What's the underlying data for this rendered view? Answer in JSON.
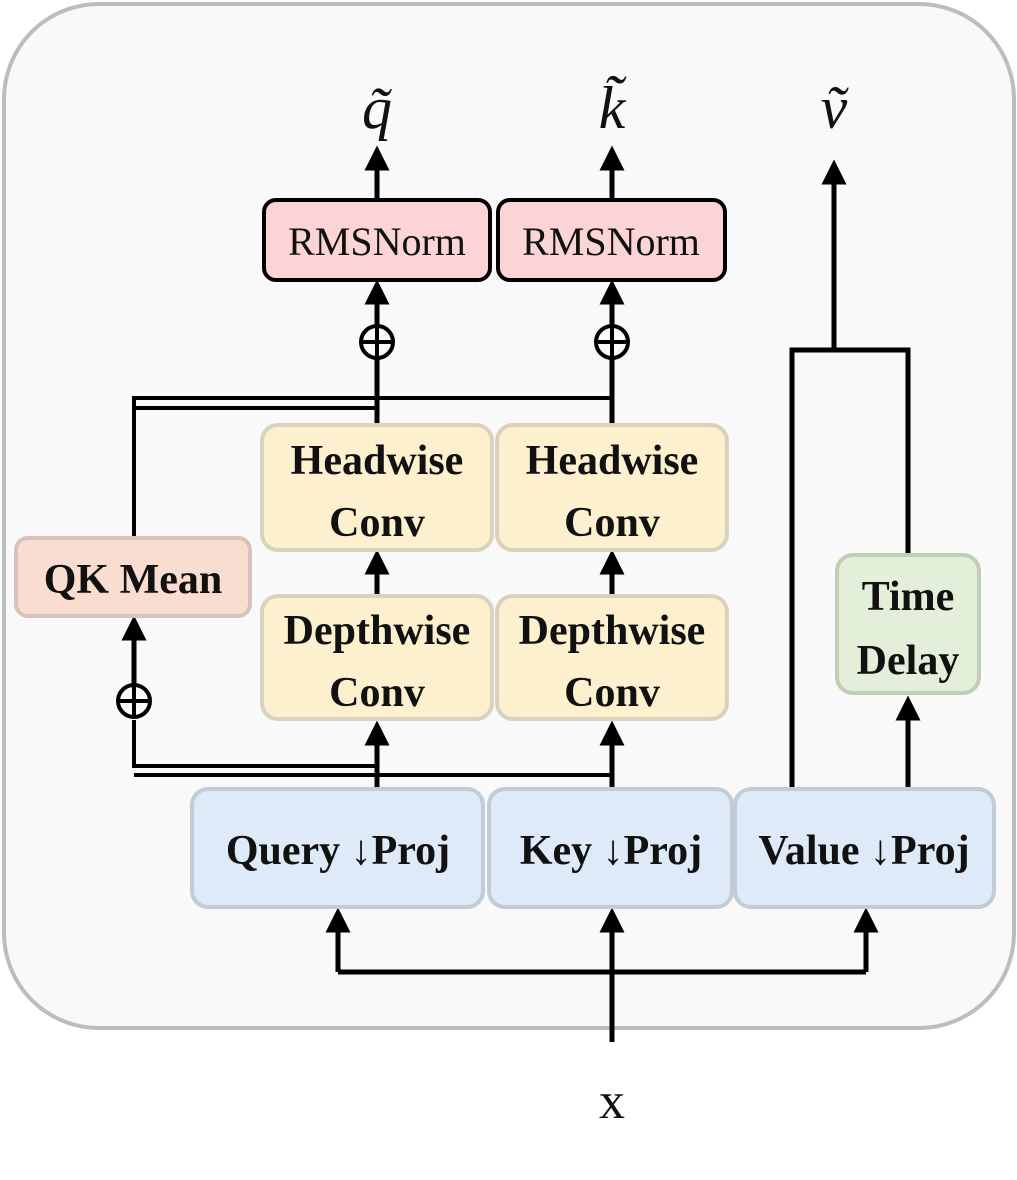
{
  "outputs": {
    "q": "q̃",
    "k": "k̃",
    "v": "ṽ"
  },
  "input": "x",
  "norms": {
    "q": "RMSNorm",
    "k": "RMSNorm"
  },
  "headwise": {
    "q": [
      "Headwise",
      "Conv"
    ],
    "k": [
      "Headwise",
      "Conv"
    ]
  },
  "depthwise": {
    "q": [
      "Depthwise",
      "Conv"
    ],
    "k": [
      "Depthwise",
      "Conv"
    ]
  },
  "qk_mean": "QK Mean",
  "time_delay": [
    "Time",
    "Delay"
  ],
  "projections": {
    "query": "Query ↓Proj",
    "key": "Key ↓Proj",
    "value": "Value ↓Proj"
  },
  "colors": {
    "panel_bg": "#f9f9f9",
    "panel_border": "#bdbdbd",
    "norm_fill": "#fbd4d6",
    "conv_fill": "#fdf0cf",
    "conv_border": "#d9d2bd",
    "qkmean_fill": "#f9ddd1",
    "timedelay_fill": "#e3efd9",
    "proj_fill": "#dfeaf8",
    "proj_border": "#c3cbd6"
  }
}
